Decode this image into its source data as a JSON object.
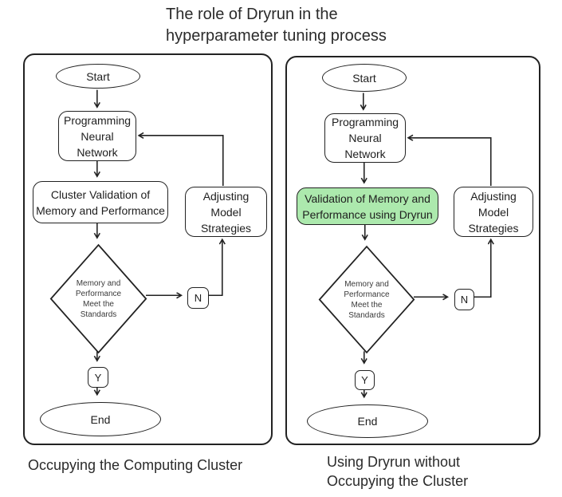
{
  "title": "The role of Dryrun in the\nhyperparameter tuning process",
  "colors": {
    "stroke": "#222222",
    "highlight_fill": "#ace9ad",
    "canvas": "#ffffff"
  },
  "panels": [
    {
      "id": "left",
      "caption": "Occupying the Computing Cluster",
      "nodes": {
        "start": "Start",
        "programming": "Programming\nNeural\nNetwork",
        "validation": "Cluster Validation of\nMemory and Performance",
        "adjusting": "Adjusting\nModel\nStrategies",
        "decision": "Memory and\nPerformance\nMeet the\nStandards",
        "no": "N",
        "yes": "Y",
        "end": "End"
      }
    },
    {
      "id": "right",
      "caption": "Using Dryrun without\nOccupying the Cluster",
      "nodes": {
        "start": "Start",
        "programming": "Programming\nNeural\nNetwork",
        "validation": "Validation of Memory and\nPerformance using Dryrun",
        "validation_highlighted": "true",
        "adjusting": "Adjusting\nModel\nStrategies",
        "decision": "Memory and\nPerformance\nMeet the\nStandards",
        "no": "N",
        "yes": "Y",
        "end": "End"
      }
    }
  ]
}
